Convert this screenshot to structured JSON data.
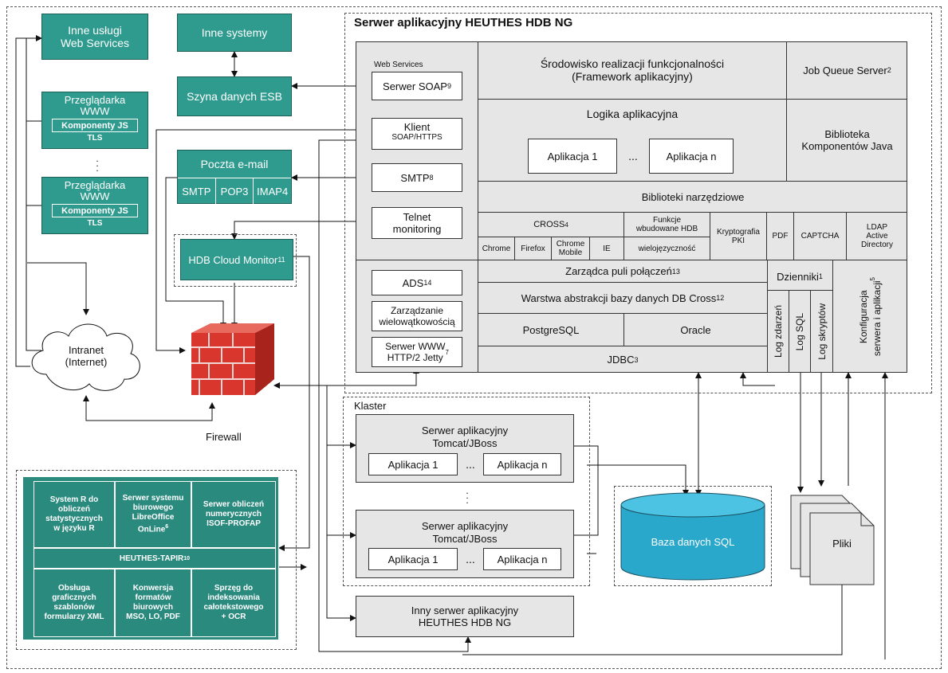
{
  "diagram": {
    "server_title": "Serwer aplikacyjny HEUTHES HDB NG",
    "left": {
      "other_ws": "Inne usługi\nWeb Services",
      "browser1": {
        "title": "Przeglądarka\nWWW",
        "js": "Komponenty JS",
        "tls": "TLS"
      },
      "dots": ".\n.\n.",
      "browser2": {
        "title": "Przeglądarka\nWWW",
        "js": "Komponenty JS",
        "tls": "TLS"
      },
      "intranet": "Intranet\n(Internet)",
      "firewall": "Firewall"
    },
    "mid": {
      "other_systems": "Inne systemy",
      "esb": "Szyna danych ESB",
      "mail": {
        "title": "Poczta e-mail",
        "smtp": "SMTP",
        "pop3": "POP3",
        "imap4": "IMAP4"
      },
      "cloud_monitor": {
        "label": "HDB Cloud Monitor",
        "sup": "11"
      }
    },
    "server": {
      "ws_label": "Web Services",
      "soap": {
        "label": "Serwer SOAP",
        "sup": "9"
      },
      "client": {
        "label": "Klient",
        "sub": "SOAP/HTTPS"
      },
      "smtp": {
        "label": "SMTP",
        "sup": "8"
      },
      "telnet": "Telnet\nmonitoring",
      "ads": {
        "label": "ADS",
        "sup": "14"
      },
      "multithread": "Zarządzanie\nwielowątkowością",
      "www": {
        "label": "Serwer WWW\nHTTP/2 Jetty",
        "sup": "7"
      },
      "framework": "Środowisko realizacji funkcjonalności\n(Framework aplikacyjny)",
      "job_queue": {
        "label": "Job Queue Server",
        "sup": "2"
      },
      "logic": {
        "title": "Logika aplikacyjna",
        "app1": "Aplikacja 1",
        "ellipsis": "...",
        "appn": "Aplikacja n"
      },
      "java_lib": "Biblioteka\nKomponentów Java",
      "tool_libs": "Biblioteki narzędziowe",
      "cross": {
        "label": "CROSS",
        "sup": "4"
      },
      "builtin_hdb": "Funkcje\nwbudowane HDB",
      "crypto": "Kryptografia\nPKI",
      "pdf": "PDF",
      "captcha": "CAPTCHA",
      "ldap": "LDAP\nActive\nDirectory",
      "chrome": "Chrome",
      "firefox": "Firefox",
      "chrome_mobile": "Chrome\nMobile",
      "ie": "IE",
      "multilang": "wielojęzyczność",
      "pool": {
        "label": "Zarządca puli połączeń",
        "sup": "13"
      },
      "db_layer": {
        "label": "Warstwa abstrakcji bazy danych DB Cross",
        "sup": "12"
      },
      "postgres": "PostgreSQL",
      "oracle": "Oracle",
      "jdbc": {
        "label": "JDBC",
        "sup": "3"
      },
      "logs": {
        "label": "Dzienniki",
        "sup": "1"
      },
      "log_events": "Log zdarzeń",
      "log_sql": "Log SQL",
      "log_scripts": "Log skryptów",
      "config": {
        "label": "Konfiguracja\nserwera i aplikacji",
        "sup": "5"
      }
    },
    "cluster": {
      "label": "Klaster",
      "node1": {
        "title": "Serwer aplikacyjny\nTomcat/JBoss",
        "app1": "Aplikacja 1",
        "ellipsis": "...",
        "appn": "Aplikacja n"
      },
      "dots": ".\n.\n.",
      "node2": {
        "title": "Serwer aplikacyjny\nTomcat/JBoss",
        "app1": "Aplikacja 1",
        "ellipsis": "...",
        "appn": "Aplikacja n"
      }
    },
    "other_server": "Inny serwer aplikacyjny\nHEUTHES HDB NG",
    "database": "Baza danych SQL",
    "files": "Pliki",
    "tapir": {
      "r": "System R do\nobliczeń\nstatystycznych\nw języku R",
      "office": {
        "label": "Serwer systemu\nbiurowego\nLibreOffice\nOnLine",
        "sup": "6"
      },
      "isof": "Serwer obliczeń\nnumerycznych\nISOF-PROFAP",
      "center": {
        "label": "HEUTHES-TAPIR",
        "sup": "10"
      },
      "xml": "Obsługa\ngraficznych\nszablonów\nformularzy XML",
      "convert": "Konwersja\nformatów\nbiurowych\nMSO, LO, PDF",
      "index": "Sprzęg do\nindeksowania\ncałotekstowego\n+ OCR"
    }
  }
}
